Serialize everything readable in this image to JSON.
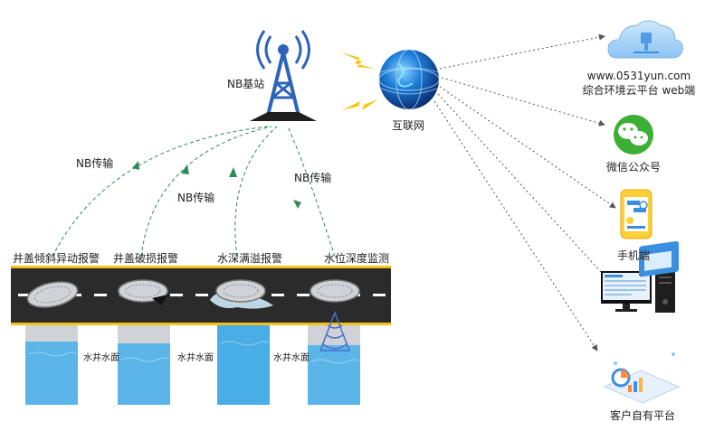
{
  "nodes": {
    "nb_base_station": "NB基站",
    "internet": "互联网",
    "cloud_url": "www.0531yun.com",
    "cloud_platform": "综合环境云平台 web端",
    "wechat": "微信公众号",
    "mobile": "手机端",
    "client_platform": "客户自有平台"
  },
  "links": {
    "nb_1": "NB传输",
    "nb_2": "NB传输",
    "nb_3": "NB传输"
  },
  "alarms": [
    {
      "label": "井盖倾斜异动报警"
    },
    {
      "label": "井盖破损报警"
    },
    {
      "label": "水深满溢报警"
    },
    {
      "label": "水位深度监测"
    }
  ],
  "wells": [
    {
      "label": "水井水面"
    },
    {
      "label": "水井水面"
    },
    {
      "label": "水井水面"
    }
  ],
  "colors": {
    "road": "#2b2b2b",
    "lane": "#ffffff",
    "curb": "#f3c21a",
    "nb_link": "#2e8b57",
    "tower": "#2c64b9",
    "lightning": "#f5c518",
    "globe": "#1565c0",
    "wechat": "#3cb034",
    "endpoint": "#3a8fe0"
  },
  "icons": [
    "tower-icon",
    "lightning-icon",
    "globe-icon",
    "cloud-icon",
    "wechat-icon",
    "phone-icon",
    "desktop-icon",
    "dashboard-icon",
    "manhole-cover-icon",
    "sonar-sensor-icon"
  ]
}
